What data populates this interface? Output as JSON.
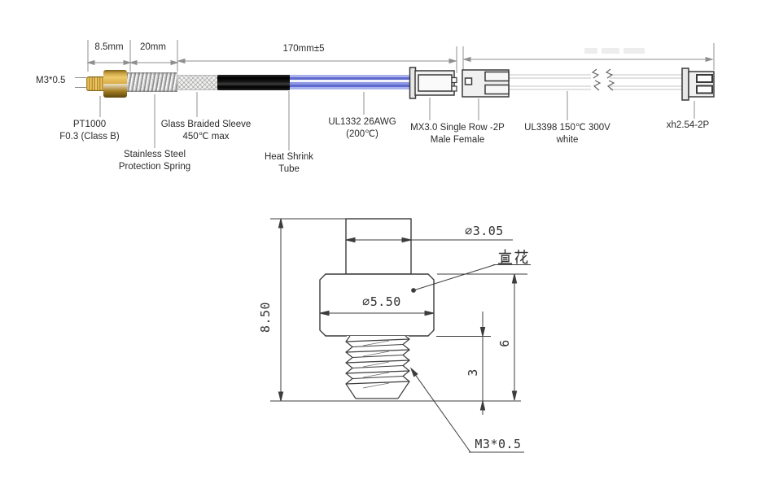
{
  "colors": {
    "brass": "#d8ac45",
    "spring_steel": "#c9c9c9",
    "heat_shrink": "#111111",
    "wire_blue": "#5f6ace",
    "wire_white": "#d9d9d9",
    "dimension_gray": "#8f8f8f",
    "drawing_line": "#3c3c3c"
  },
  "cable": {
    "thread_label": "M3*0.5",
    "dims": {
      "d1": "8.5mm",
      "d2": "20mm",
      "d3": "170mm±5"
    },
    "callouts": {
      "pt1000": [
        "PT1000",
        "F0.3 (Class B)"
      ],
      "spring": [
        "Stainless Steel",
        "Protection Spring"
      ],
      "sleeve": [
        "Glass Braided Sleeve",
        "450℃ max"
      ],
      "heatshrink": [
        "Heat Shrink",
        "Tube"
      ],
      "ul1332": [
        "UL1332 26AWG",
        "(200℃)"
      ],
      "mx30": [
        "MX3.0 Single Row -2P",
        "Male Female"
      ],
      "ul3398": [
        "UL3398 150℃ 300V",
        "white"
      ],
      "xh254": [
        "xh2.54-2P"
      ]
    }
  },
  "drawing": {
    "dia_small": "∅3.05",
    "dia_large": "∅5.50",
    "total_height": "8.50",
    "body_thread_height": "6",
    "thread_length": "3",
    "thread_spec": "M3*0.5",
    "knurl_note": "直花"
  }
}
